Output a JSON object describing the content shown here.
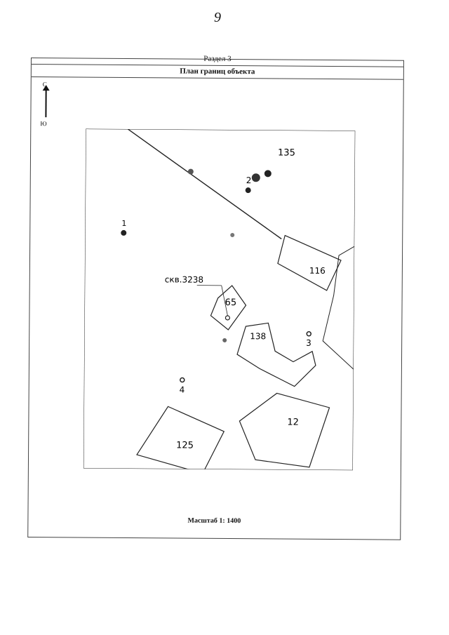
{
  "page_number": "9",
  "section_title": "Раздел 3",
  "plan_title": "План границ объекта",
  "compass": {
    "north": "С",
    "south": "Ю"
  },
  "scale": "Масштаб 1: 1400",
  "map": {
    "parcels": [
      {
        "id": "p135",
        "label": "135"
      },
      {
        "id": "p116",
        "label": "116"
      },
      {
        "id": "p65",
        "label": "65"
      },
      {
        "id": "p138",
        "label": "138"
      },
      {
        "id": "p12",
        "label": "12"
      },
      {
        "id": "p125",
        "label": "125"
      }
    ],
    "points": [
      {
        "id": "pt1",
        "label": "1"
      },
      {
        "id": "pt2",
        "label": "2"
      },
      {
        "id": "pt3",
        "label": "3"
      },
      {
        "id": "pt4",
        "label": "4"
      }
    ],
    "well_label": "скв.3238"
  }
}
